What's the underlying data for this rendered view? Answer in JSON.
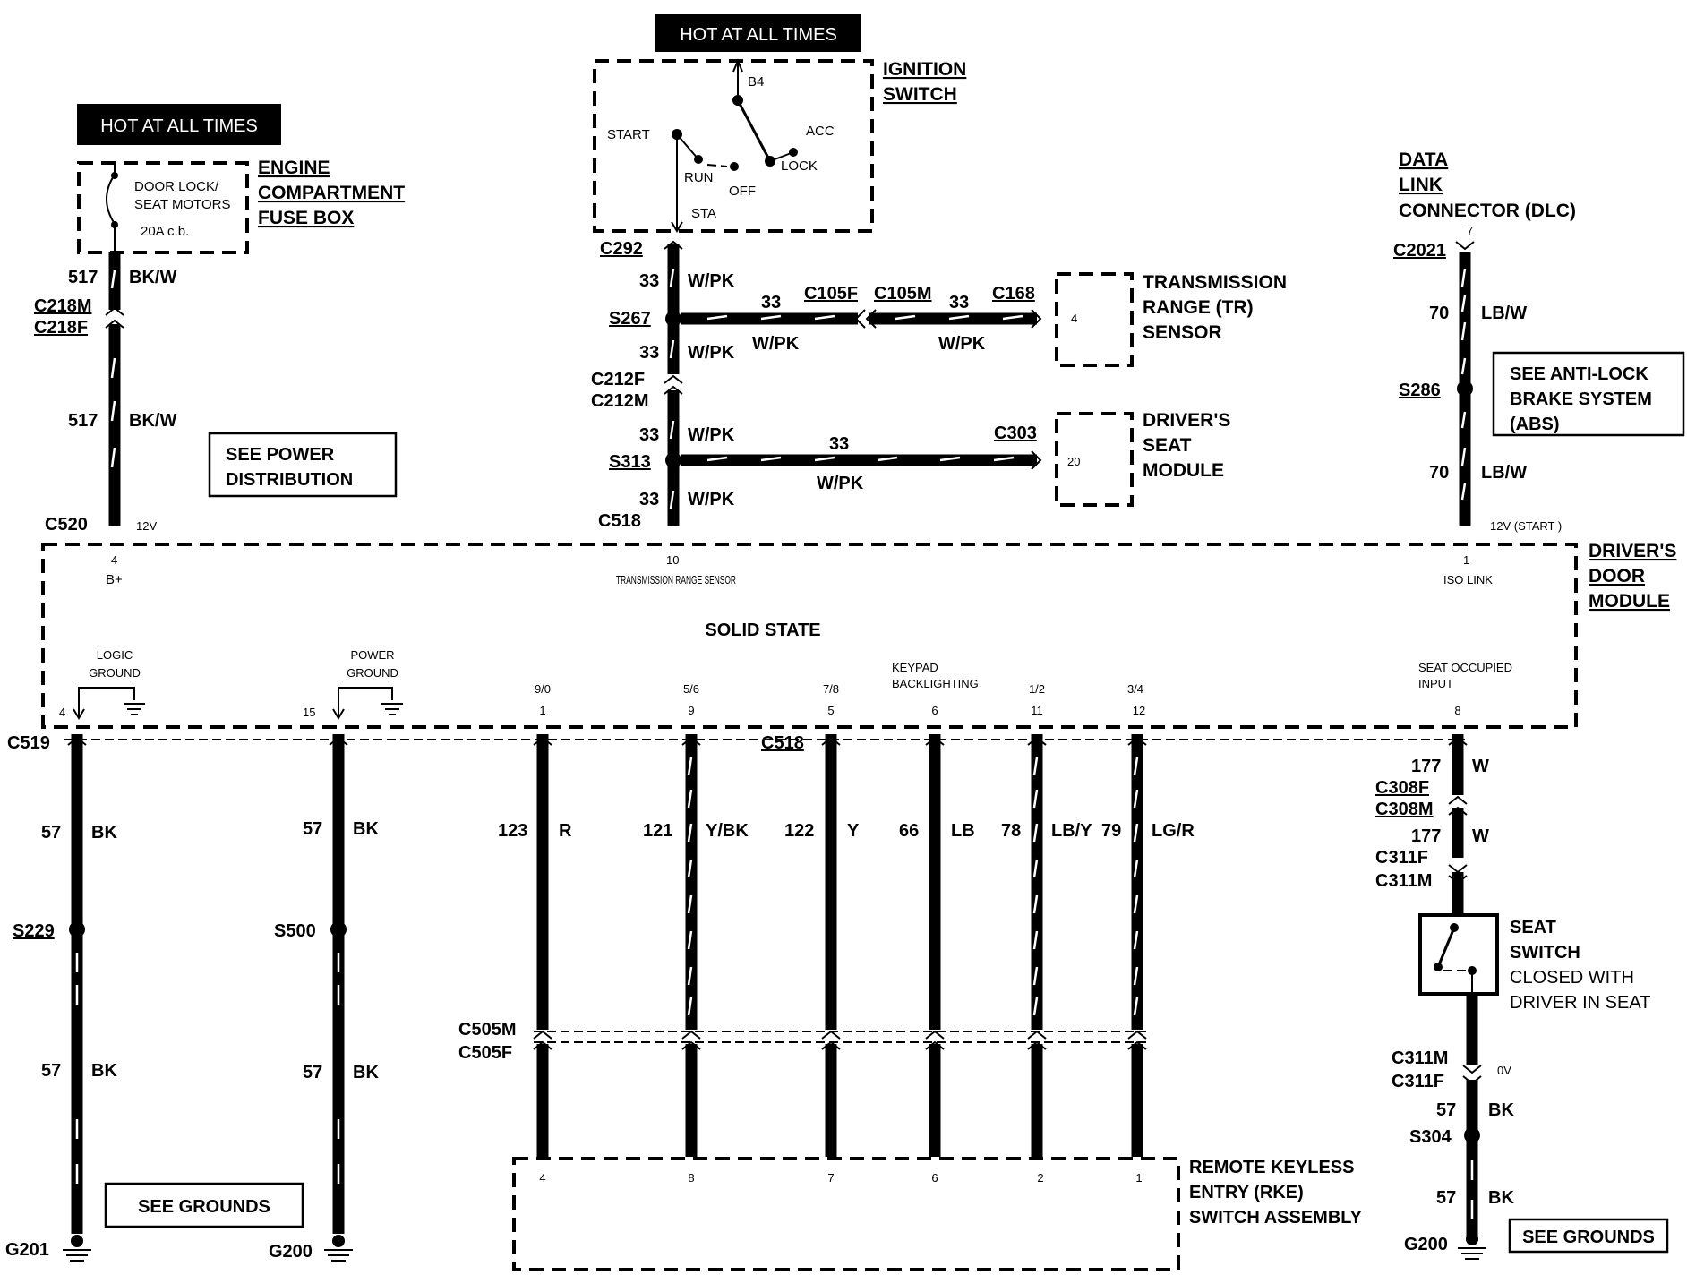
{
  "hot_labels": [
    "HOT AT ALL TIMES",
    "HOT AT ALL TIMES"
  ],
  "fuse_box": {
    "fuse": [
      "DOOR LOCK/",
      "SEAT MOTORS",
      "20A c.b."
    ],
    "title": [
      "ENGINE",
      "COMPARTMENT",
      "FUSE BOX"
    ]
  },
  "ignition": {
    "title": [
      "IGNITION",
      "SWITCH"
    ],
    "positions": [
      "B4",
      "ACC",
      "START",
      "LOCK",
      "RUN",
      "OFF",
      "STA"
    ]
  },
  "dlc": {
    "title": [
      "DATA",
      "LINK",
      "CONNECTOR (DLC)"
    ],
    "pin": "7"
  },
  "notes": {
    "power": [
      "SEE POWER",
      "DISTRIBUTION"
    ],
    "abs": [
      "SEE ANTI-LOCK",
      "BRAKE SYSTEM",
      "(ABS)"
    ],
    "grounds1": "SEE GROUNDS",
    "grounds2": "SEE GROUNDS"
  },
  "left_feed": {
    "circuit": "517",
    "color": "BK/W",
    "connectors": [
      "C218M",
      "C218F"
    ],
    "end_connector": "C520",
    "voltage": "12V"
  },
  "center_feed": {
    "c292": "C292",
    "s267": "S267",
    "c212": [
      "C212F",
      "C212M"
    ],
    "s313": "S313",
    "c518": "C518",
    "circuit": "33",
    "color": "W/PK"
  },
  "tr_sensor": {
    "title": [
      "TRANSMISSION",
      "RANGE (TR)",
      "SENSOR"
    ],
    "pin": "4",
    "connectors": [
      "C105F",
      "C105M",
      "C168"
    ]
  },
  "seat_module": {
    "title": [
      "DRIVER'S",
      "SEAT",
      "MODULE"
    ],
    "pin": "20",
    "connector": "C303"
  },
  "right_feed": {
    "c2021": "C2021",
    "s286": "S286",
    "circuit": "70",
    "color": "LB/W",
    "voltage": "12V (START )"
  },
  "ddm": {
    "title": [
      "DRIVER'S",
      "DOOR",
      "MODULE"
    ],
    "solid_state": "SOLID STATE",
    "top_pins": [
      {
        "num": "4",
        "name": "B+"
      },
      {
        "num": "10",
        "name": "TRANSMISSION RANGE SENSOR"
      },
      {
        "num": "1",
        "name": "ISO  LINK"
      }
    ],
    "logic_ground": [
      "LOGIC",
      "GROUND"
    ],
    "power_ground": [
      "POWER",
      "GROUND"
    ],
    "keypad": [
      "KEYPAD",
      "BACKLIGHTING"
    ],
    "seat_input": [
      "SEAT  OCCUPIED",
      "INPUT"
    ],
    "bottom_pins": [
      {
        "num": "4"
      },
      {
        "num": "15"
      },
      {
        "num": "1",
        "code": "9/0"
      },
      {
        "num": "9",
        "code": "5/6"
      },
      {
        "num": "5",
        "code": "7/8"
      },
      {
        "num": "6"
      },
      {
        "num": "11",
        "code": "1/2"
      },
      {
        "num": "12",
        "code": "3/4"
      },
      {
        "num": "8"
      }
    ]
  },
  "bottom": {
    "c519": "C519",
    "c518": "C518",
    "gnd1": {
      "circuit": "57",
      "color": "BK",
      "splice": "S229",
      "ground": "G201"
    },
    "gnd2": {
      "circuit": "57",
      "color": "BK",
      "splice": "S500",
      "ground": "G200"
    },
    "rke_wires": [
      {
        "circuit": "123",
        "color": "R"
      },
      {
        "circuit": "121",
        "color": "Y/BK"
      },
      {
        "circuit": "122",
        "color": "Y"
      },
      {
        "circuit": "66",
        "color": "LB"
      },
      {
        "circuit": "78",
        "color": "LB/Y"
      },
      {
        "circuit": "79",
        "color": "LG/R"
      }
    ],
    "c505": [
      "C505M",
      "C505F"
    ],
    "rke_pins": [
      "4",
      "8",
      "7",
      "6",
      "2",
      "1"
    ],
    "rke_title": [
      "REMOTE KEYLESS",
      "ENTRY (RKE)",
      "SWITCH ASSEMBLY"
    ]
  },
  "seat_circuit": {
    "circuit": "177",
    "color": "W",
    "c308": [
      "C308F",
      "C308M"
    ],
    "c311a": [
      "C311F",
      "C311M"
    ],
    "switch_title": [
      "SEAT",
      "SWITCH",
      "CLOSED WITH",
      "DRIVER IN SEAT"
    ],
    "c311b": [
      "C311M",
      "C311F"
    ],
    "voltage": "0V",
    "gnd_circuit": "57",
    "gnd_color": "BK",
    "splice": "S304",
    "ground": "G200"
  }
}
